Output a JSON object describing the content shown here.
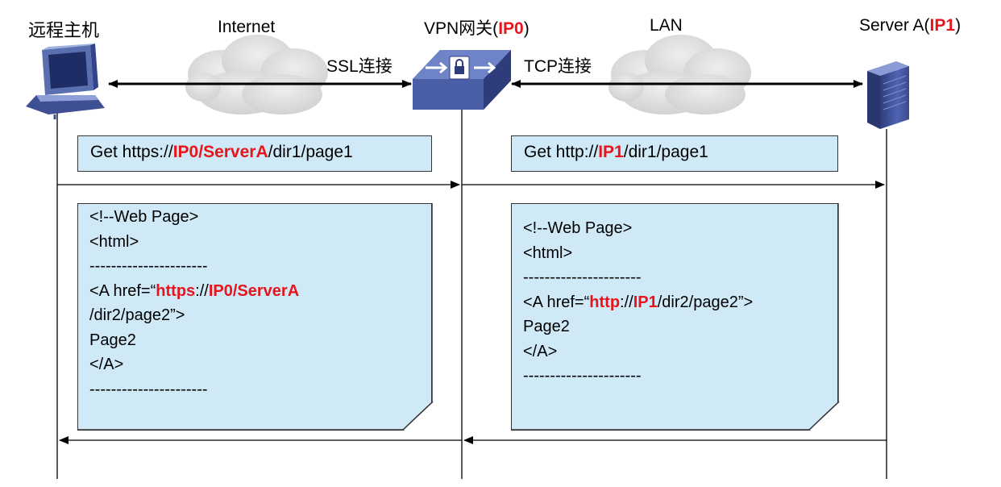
{
  "nodes": {
    "remote_host": "远程主机",
    "internet": "Internet",
    "vpn_gateway": {
      "prefix": "VPN网关(",
      "ip": "IP0",
      "suffix": ")"
    },
    "lan": "LAN",
    "server": {
      "prefix": "Server A(",
      "ip": "IP1",
      "suffix": ")"
    }
  },
  "links": {
    "ssl": "SSL连接",
    "tcp": "TCP连接"
  },
  "requests": {
    "left": {
      "pre": "Get https://",
      "highlight": "IP0/ServerA",
      "post": "/dir1/page1"
    },
    "right": {
      "pre": "Get http://",
      "highlight": "IP1",
      "post": "/dir1/page1"
    }
  },
  "pages": {
    "left": {
      "line1": "<!--Web Page>",
      "line2": "<html>",
      "dashes1": "----------------------",
      "href_pre": "<A href=“",
      "href_proto": "https",
      "href_sep": "://",
      "href_host": "IP0/ServerA",
      "href_tail": "/dir2/page2”>",
      "line5": "Page2",
      "line6": "</A>",
      "dashes2": "----------------------"
    },
    "right": {
      "line1": "<!--Web Page>",
      "line2": "<html>",
      "dashes1": "----------------------",
      "href_pre": "<A href=“",
      "href_proto": "http",
      "href_sep": "://",
      "href_host": "IP1",
      "href_tail": "/dir2/page2”>",
      "line5": "Page2",
      "line6": "</A>",
      "dashes2": "----------------------"
    }
  },
  "colors": {
    "highlight": "#e8141b",
    "box_fill": "#cfe9f7",
    "cloud": "#d8d8d8",
    "device_blue": "#5a6fb0"
  },
  "icons": [
    "computer-icon",
    "cloud-icon",
    "vpn-gateway-icon",
    "server-icon"
  ]
}
